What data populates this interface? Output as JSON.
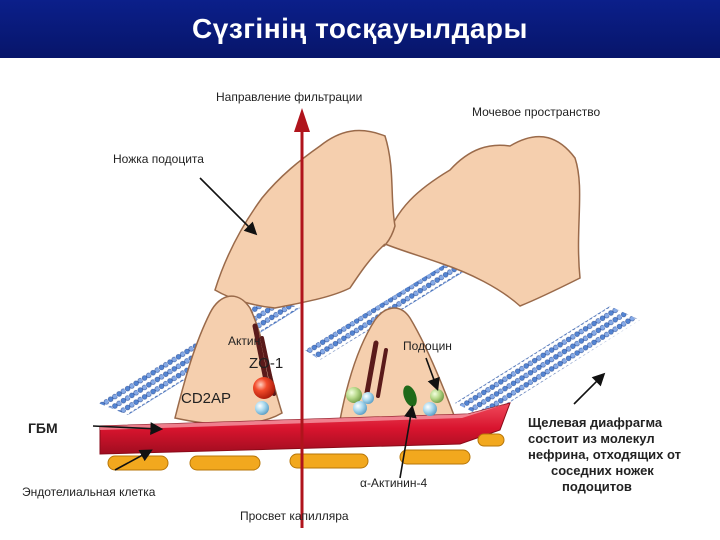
{
  "title": "Сүзгінің тосқауылдары",
  "labels": {
    "filtration_direction": "Направление фильтрации",
    "urinary_space": "Мочевое пространство",
    "podocyte_foot": "Ножка подоцита",
    "actin": "Актин",
    "zo1": "ZO-1",
    "cd2ap": "CD2AP",
    "podocin": "Подоцин",
    "gbm": "ГБМ",
    "slit_diaphragm_1": "Щелевая диафрагма",
    "slit_diaphragm_2": "состоит из  молекул",
    "slit_diaphragm_3": "нефрина, отходящих от",
    "slit_diaphragm_4": "соседних ножек",
    "slit_diaphragm_5": "подоцитов",
    "alpha_actinin": "α-Актинин-4",
    "endothelial_cell": "Эндотелиальная клетка",
    "capillary_lumen": "Просвет капилляра"
  },
  "colors": {
    "title_bg": "#0b1f8a",
    "podocyte": "#f5cfae",
    "podocyte_stroke": "#9a6a4a",
    "gbm": "#e3203a",
    "endothelial": "#f2a81e",
    "arrow": "#b0141c",
    "nephrin": "#4b7fd1"
  }
}
